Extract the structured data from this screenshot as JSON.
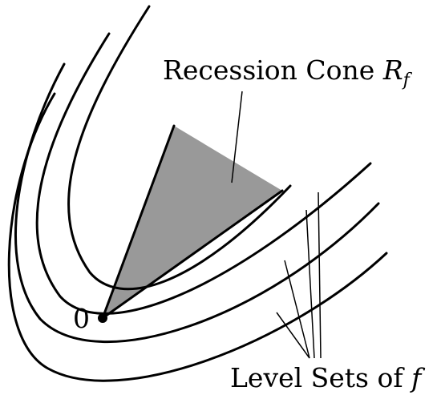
{
  "diagram": {
    "recession_cone_label": {
      "text": "Recession Cone ",
      "symbol": "R",
      "subscript": "f"
    },
    "level_sets_label": {
      "text": "Level Sets of ",
      "symbol": "f"
    },
    "origin_label": "0",
    "colors": {
      "cone_fill": "#999999",
      "stroke": "#000000",
      "background": "#ffffff"
    }
  }
}
